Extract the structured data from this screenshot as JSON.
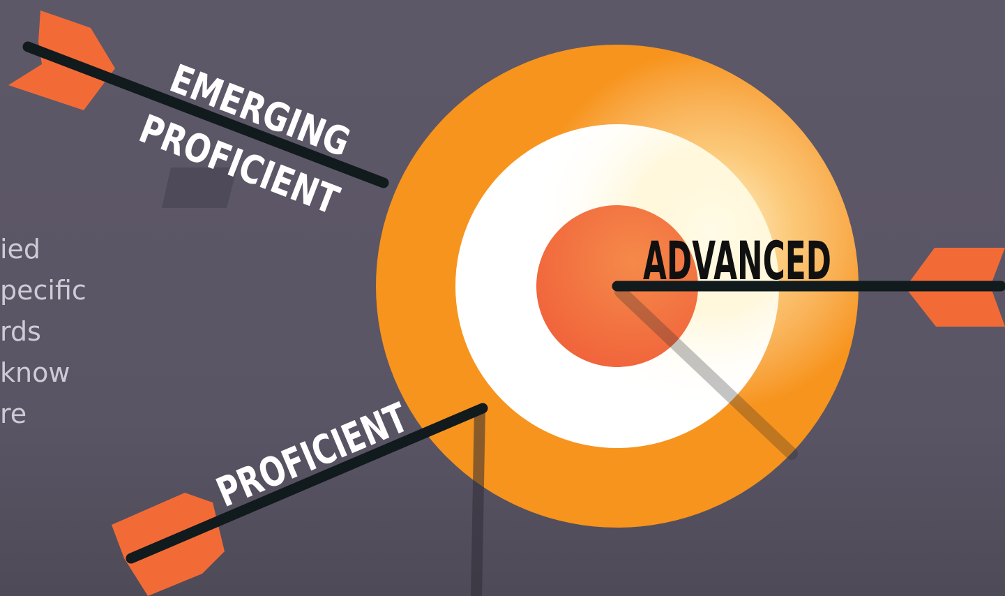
{
  "labels": {
    "emerging_line1": "EMERGING",
    "emerging_line2": "PROFICIENT",
    "advanced": "ADVANCED",
    "proficient": "PROFICIENT"
  },
  "side_text": [
    "ied",
    "pecific",
    "rds",
    "know",
    "re"
  ],
  "colors": {
    "background": "#5b5666",
    "target_outer": "#f7941d",
    "target_middle": "#ffffff",
    "target_center": "#f26a3c",
    "arrow_fletching": "#f26b36",
    "arrow_shaft": "#111a1c",
    "label_light": "#ffffff",
    "label_dark": "#101010"
  },
  "icons": [
    "target-icon",
    "arrow-icon"
  ]
}
